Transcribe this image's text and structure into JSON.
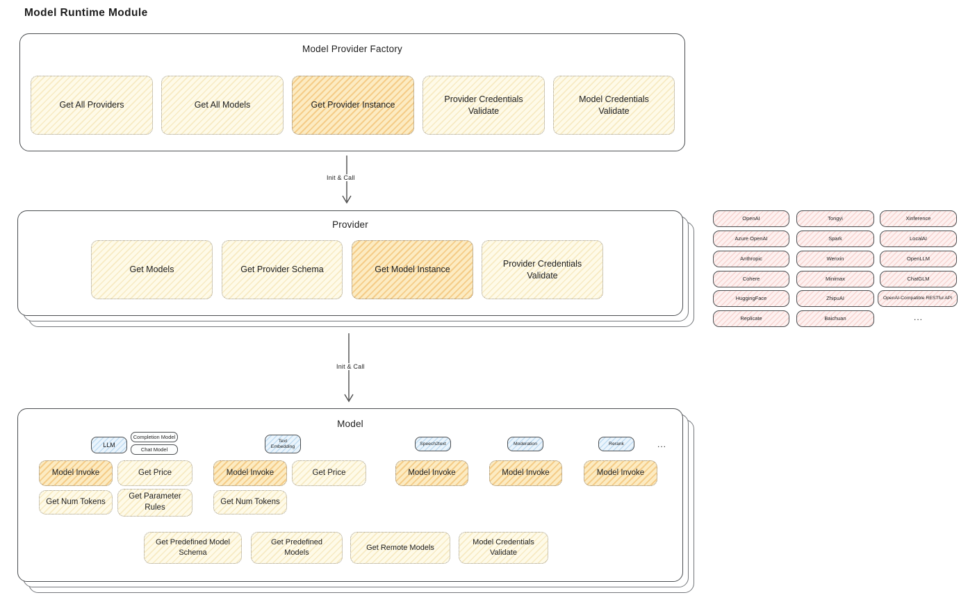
{
  "page": {
    "title": "Model Runtime Module"
  },
  "arrows": {
    "label1": "Init & Call",
    "label2": "Init & Call"
  },
  "colors": {
    "yellow_fill": "#fefae8",
    "yellow_hatch": "#f0d694",
    "orange_fill": "#fcebc2",
    "orange_hatch": "#eeb258",
    "pink_fill": "#fdf1f0",
    "pink_hatch": "#f0b2ac",
    "blue_fill": "#eaf4fc",
    "blue_hatch": "#96c3e6",
    "outline": "#4a4d50",
    "dotted_border": "#9d988c"
  },
  "factory": {
    "title": "Model Provider Factory",
    "buttons": [
      {
        "label": "Get All Providers",
        "variant": "yellow"
      },
      {
        "label": "Get All Models",
        "variant": "yellow"
      },
      {
        "label": "Get Provider Instance",
        "variant": "orange"
      },
      {
        "label": "Provider Credentials Validate",
        "variant": "yellow"
      },
      {
        "label": "Model Credentials Validate",
        "variant": "yellow"
      }
    ]
  },
  "provider": {
    "title": "Provider",
    "buttons": [
      {
        "label": "Get Models",
        "variant": "yellow"
      },
      {
        "label": "Get Provider Schema",
        "variant": "yellow"
      },
      {
        "label": "Get Model Instance",
        "variant": "orange"
      },
      {
        "label": "Provider Credentials Validate",
        "variant": "yellow"
      }
    ]
  },
  "providers_list": {
    "items": [
      "OpenAI",
      "Tongyi",
      "Xinference",
      "Azure OpenAI",
      "Spark",
      "LocalAI",
      "Anthropic",
      "Wenxin",
      "OpenLLM",
      "Cohere",
      "Minimax",
      "ChatGLM",
      "HuggingFace",
      "ZhipuAI",
      "OpenAI-Compatible RESTful API",
      "Replicate",
      "Baichuan"
    ],
    "more": "..."
  },
  "model": {
    "title": "Model",
    "tabs": {
      "llm": "LLM",
      "completion_model": "Completion Model",
      "chat_model": "Chat Model",
      "text_embedding": "Text Embedding",
      "speech2text": "Speech2text",
      "moderation": "Moderation",
      "rerank": "Rerank",
      "more": "..."
    },
    "buttons": {
      "llm_invoke": "Model Invoke",
      "llm_get_price": "Get Price",
      "llm_get_num_tokens": "Get Num Tokens",
      "llm_get_parameter_rules": "Get Parameter Rules",
      "embedding_invoke": "Model Invoke",
      "embedding_get_price": "Get Price",
      "embedding_get_num_tokens": "Get Num Tokens",
      "speech2text_invoke": "Model Invoke",
      "moderation_invoke": "Model Invoke",
      "rerank_invoke": "Model Invoke",
      "get_predefined_model_schema": "Get Predefined Model Schema",
      "get_predefined_models": "Get Predefined Models",
      "get_remote_models": "Get Remote Models",
      "model_credentials_validate": "Model Credentials Validate"
    }
  }
}
